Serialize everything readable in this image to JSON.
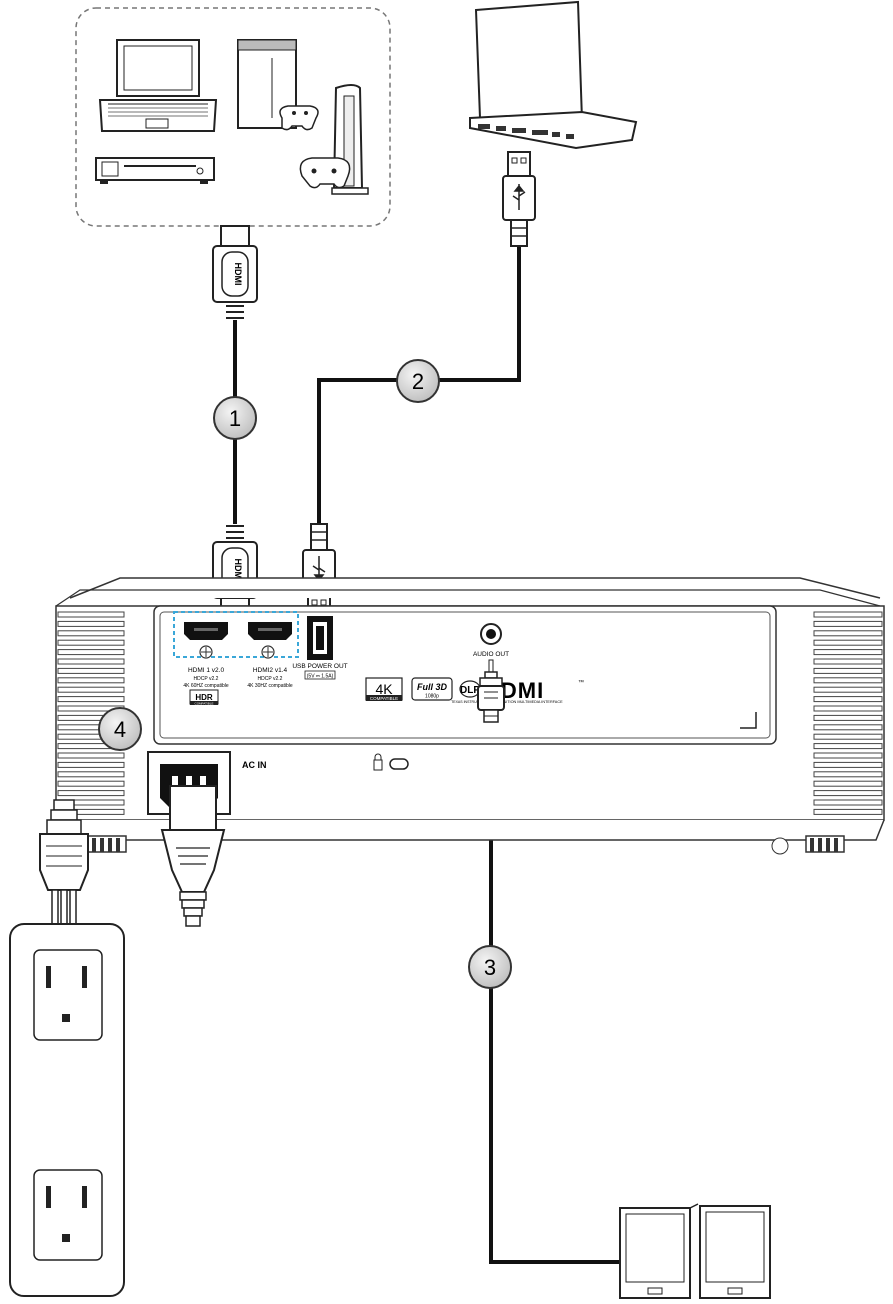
{
  "callouts": [
    "1",
    "2",
    "3",
    "4"
  ],
  "ports": {
    "hdmi1_title": "HDMI 1 v2.0",
    "hdmi1_line1": "HDCP v2.2",
    "hdmi1_line2": "4K 60HZ compatible",
    "hdmi2_title": "HDMI2 v1.4",
    "hdmi2_line1": "HDCP v2.2",
    "hdmi2_line2": "4K 30HZ compatible",
    "hdr_main": "HDR",
    "hdr_sub": "COMPATIBLE",
    "usb_power_out": "USB POWER OUT",
    "usb_spec": "(5V ⎓ 1.5A)",
    "audio_out": "AUDIO OUT",
    "ac_in": "AC IN"
  },
  "badges": {
    "k4_main": "4K",
    "k4_sub": "COMPATIBLE",
    "full3d_main": "Full 3D",
    "full3d_sub": "1080p",
    "dlp": "DLP",
    "dlp_sub": "TEXAS INSTRUMENTS",
    "hdmi_logo": "HDMI",
    "hdmi_tm": "™",
    "hdmi_sub": "HIGH-DEFINITION MULTIMEDIA INTERFACE"
  },
  "connectors": {
    "hdmi_plug_text": "HDMI"
  },
  "colors": {
    "callout_fill": "#d9d9d9",
    "port_highlight": "#3aa7d8",
    "cable": "#111111"
  },
  "icons": [
    "laptop-icon",
    "game-console-icon",
    "media-player-icon",
    "hdmi-plug-icon",
    "usb-plug-icon",
    "audio-plug-icon",
    "power-plug-icon",
    "wall-outlet-icon",
    "speaker-icon",
    "kensington-lock-icon"
  ]
}
